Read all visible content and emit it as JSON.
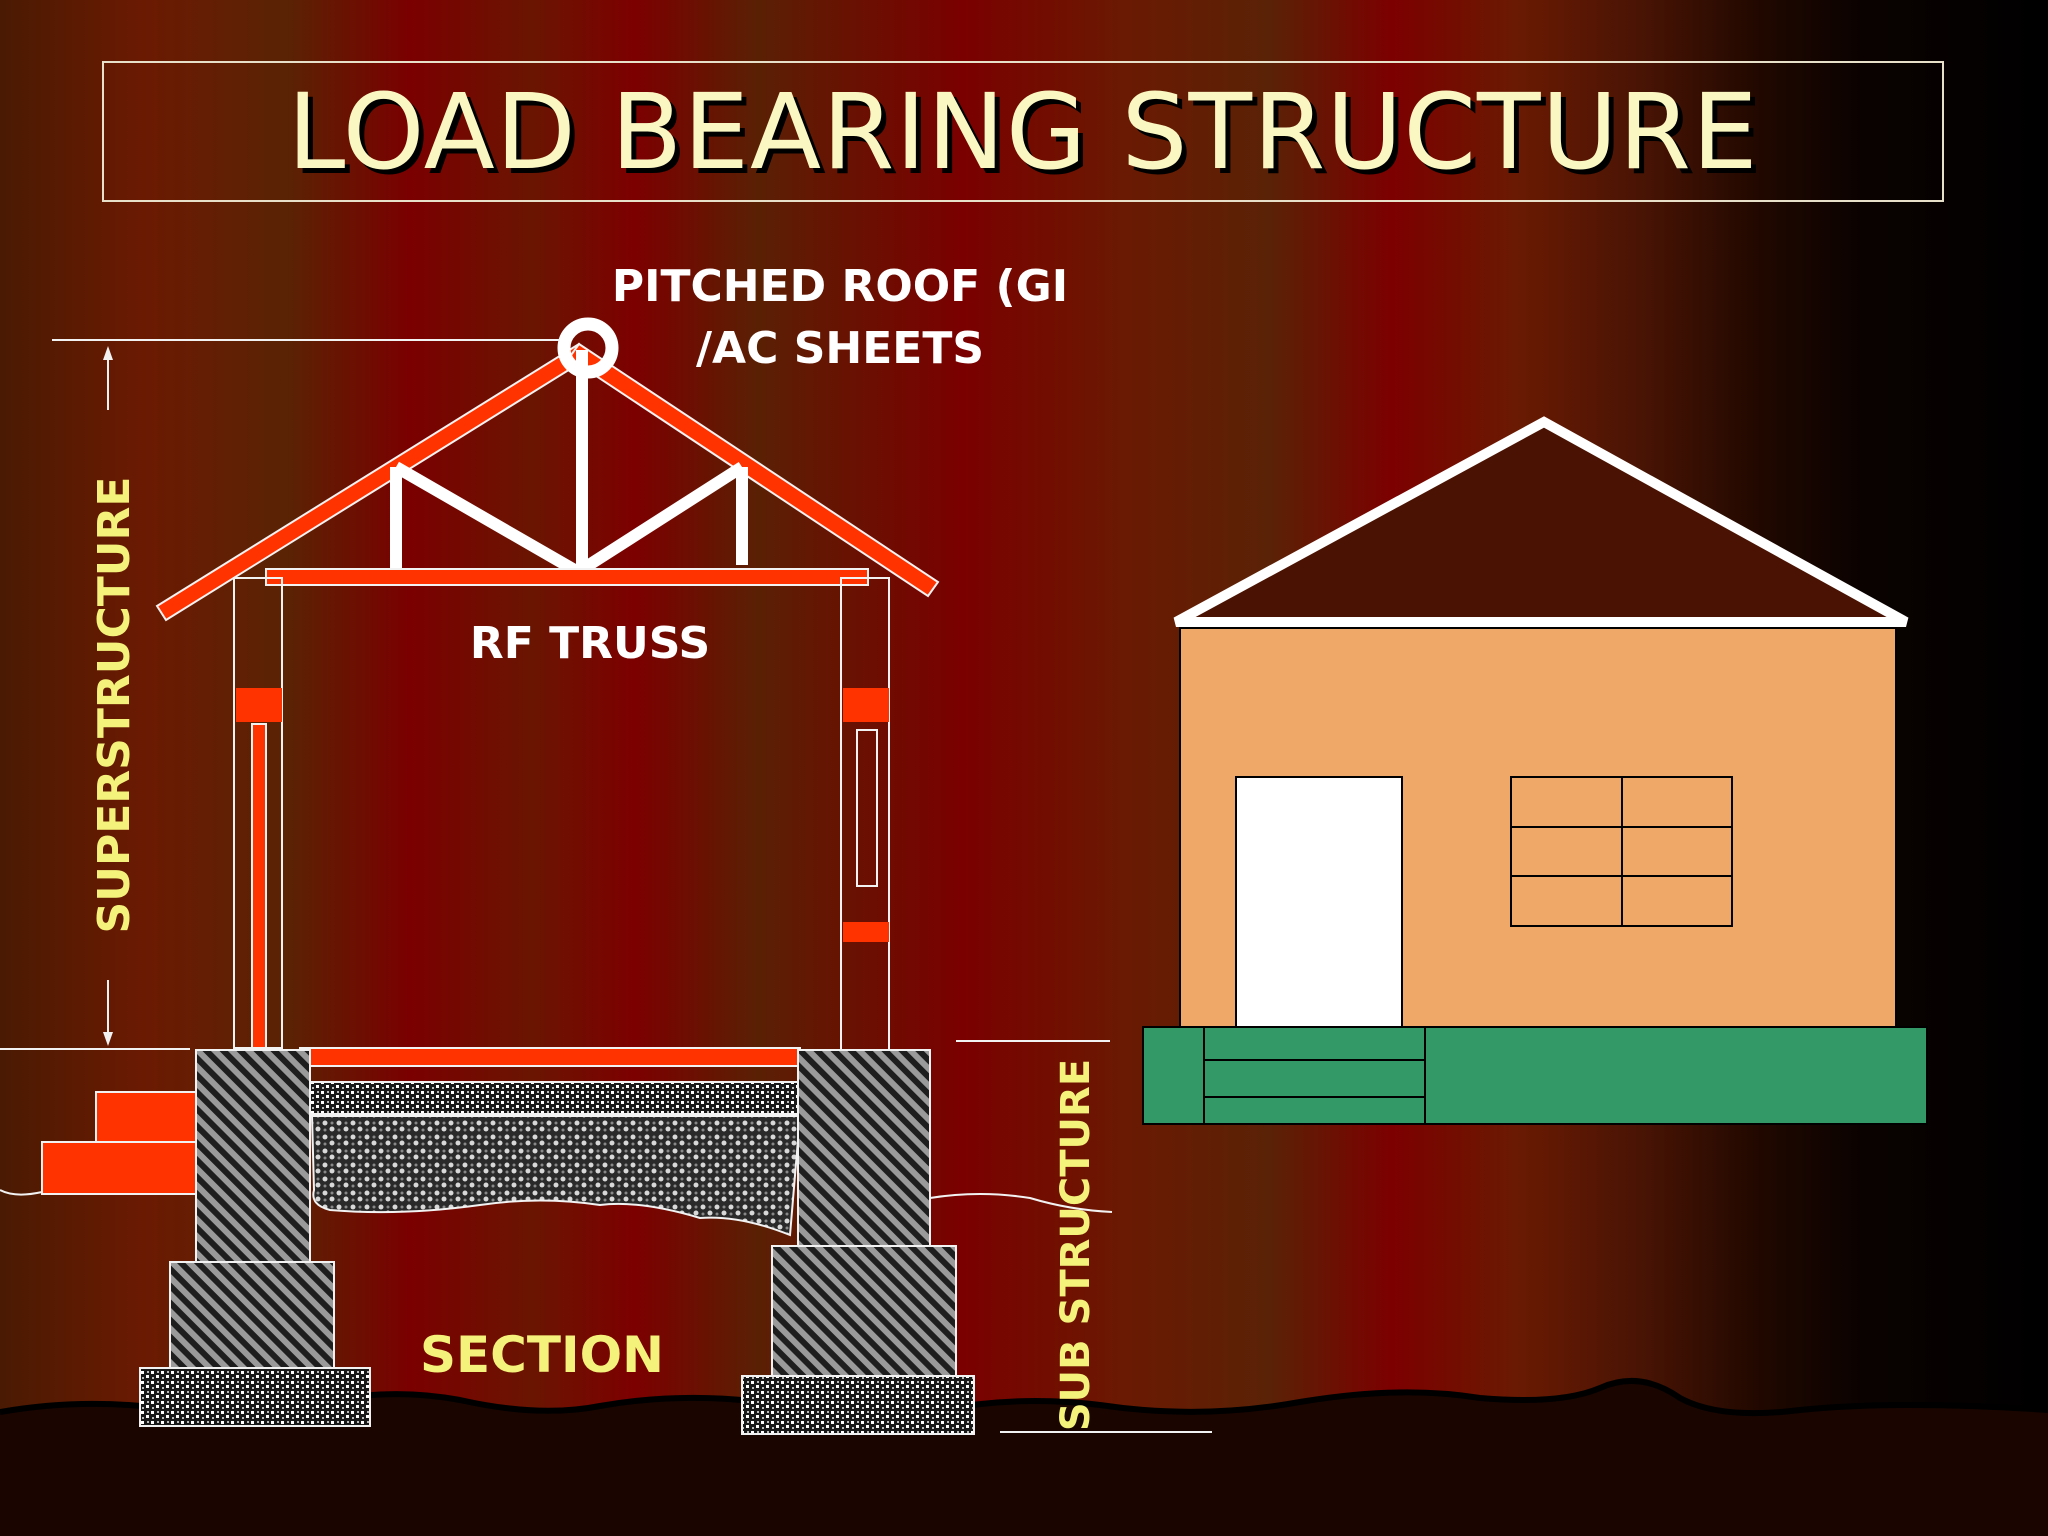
{
  "title": "LOAD BEARING STRUCTURE",
  "labels": {
    "pitched_roof_line1": "PITCHED ROOF (GI",
    "pitched_roof_line2": "/AC SHEETS",
    "rf_truss": "RF TRUSS",
    "superstructure": "SUPERSTRUCTURE",
    "sub_structure": "SUB STRUCTURE",
    "section": "SECTION"
  },
  "colors": {
    "frame_red": "#ff3300",
    "label_yellow": "#f4f27a",
    "house_wall": "#f0a868",
    "plinth_green": "#339966",
    "title_text": "#fbf7c2"
  }
}
